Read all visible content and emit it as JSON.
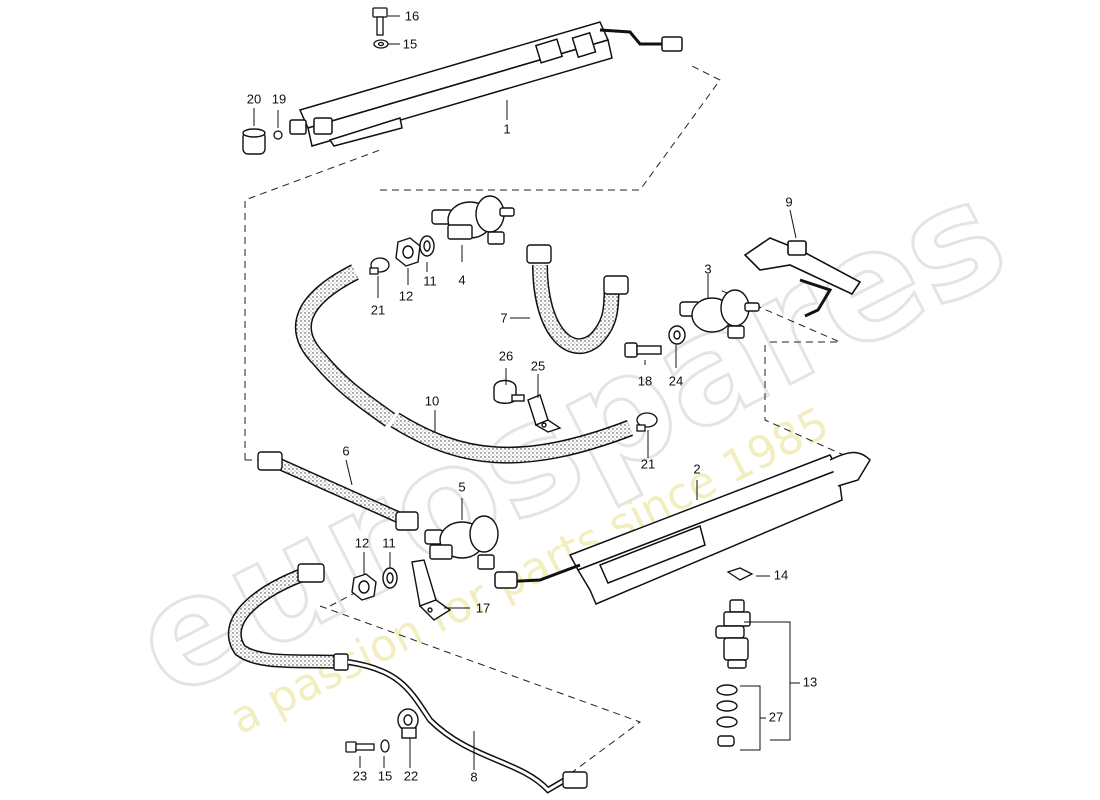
{
  "watermark": {
    "brand": "eurospares",
    "tagline": "a passion for parts since 1985",
    "brand_color": "#e6e6e6",
    "tagline_color": "#efe9a8"
  },
  "callouts": {
    "c1": "1",
    "c2": "2",
    "c3": "3",
    "c4": "4",
    "c5": "5",
    "c6": "6",
    "c7": "7",
    "c8": "8",
    "c9": "9",
    "c10": "10",
    "c11a": "11",
    "c11b": "11",
    "c12a": "12",
    "c12b": "12",
    "c13": "13",
    "c14": "14",
    "c15a": "15",
    "c15b": "15",
    "c16": "16",
    "c17": "17",
    "c18": "18",
    "c19": "19",
    "c20": "20",
    "c21a": "21",
    "c21b": "21",
    "c22": "22",
    "c23": "23",
    "c24": "24",
    "c25": "25",
    "c26": "26",
    "c27": "27"
  }
}
